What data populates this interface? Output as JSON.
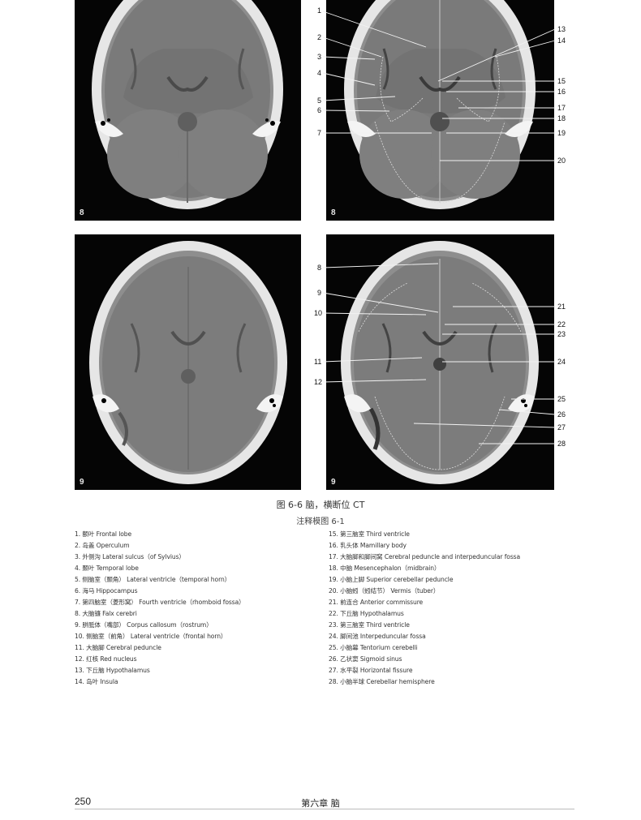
{
  "panels": [
    {
      "id": "8-left",
      "label": "8"
    },
    {
      "id": "8-right",
      "label": "8"
    },
    {
      "id": "9-left",
      "label": "9"
    },
    {
      "id": "9-right",
      "label": "9"
    }
  ],
  "labels_panel8": [
    {
      "n": "1"
    },
    {
      "n": "2"
    },
    {
      "n": "3"
    },
    {
      "n": "4"
    },
    {
      "n": "5"
    },
    {
      "n": "6"
    },
    {
      "n": "7"
    },
    {
      "n": "13"
    },
    {
      "n": "14"
    },
    {
      "n": "15"
    },
    {
      "n": "16"
    },
    {
      "n": "17"
    },
    {
      "n": "18"
    },
    {
      "n": "19"
    },
    {
      "n": "20"
    }
  ],
  "labels_panel9": [
    {
      "n": "8"
    },
    {
      "n": "9"
    },
    {
      "n": "10"
    },
    {
      "n": "11"
    },
    {
      "n": "12"
    },
    {
      "n": "21"
    },
    {
      "n": "22"
    },
    {
      "n": "23"
    },
    {
      "n": "24"
    },
    {
      "n": "25"
    },
    {
      "n": "26"
    },
    {
      "n": "27"
    },
    {
      "n": "28"
    }
  ],
  "caption": "图 6-6 脑，横断位 CT",
  "subcaption": "注释模图 6-1",
  "legend_left": [
    "1. 额叶 Frontal lobe",
    "2. 岛盖 Operculum",
    "3. 外侧沟 Lateral sulcus（of Sylvius）",
    "4. 颞叶 Temporal lobe",
    "5. 侧脑室（颞角） Lateral ventricle（temporal horn）",
    "6. 海马 Hippocampus",
    "7. 第四脑室（菱形窝） Fourth ventricle（rhomboid fossa）",
    "8. 大脑镰 Falx cerebri",
    "9. 胼胝体（嘴部） Corpus callosum（rostrum）",
    "10. 侧脑室（前角） Lateral ventricle（frontal horn）",
    "11. 大脑脚 Cerebral peduncle",
    "12. 红核 Red nucleus",
    "13. 下丘脑 Hypothalamus",
    "14. 岛叶 Insula"
  ],
  "legend_right": [
    "15. 第三脑室 Third ventricle",
    "16. 乳头体 Mamillary body",
    "17. 大脑脚和脚间窝 Cerebral peduncle and interpeduncular fossa",
    "18. 中脑 Mesencephalon（midbrain）",
    "19. 小脑上脚 Superior cerebellar peduncle",
    "20. 小脑蚓（蚓结节） Vermis（tuber）",
    "21. 前连合 Anterior commissure",
    "22. 下丘脑 Hypothalamus",
    "23. 第三脑室 Third ventricle",
    "24. 脚间池 Interpeduncular fossa",
    "25. 小脑幕 Tentorium cerebelli",
    "26. 乙状窦 Sigmoid sinus",
    "27. 水平裂 Horizontal fissure",
    "28. 小脑半球 Cerebellar hemisphere"
  ],
  "footer": {
    "page_number": "250",
    "chapter": "第六章 脑"
  }
}
